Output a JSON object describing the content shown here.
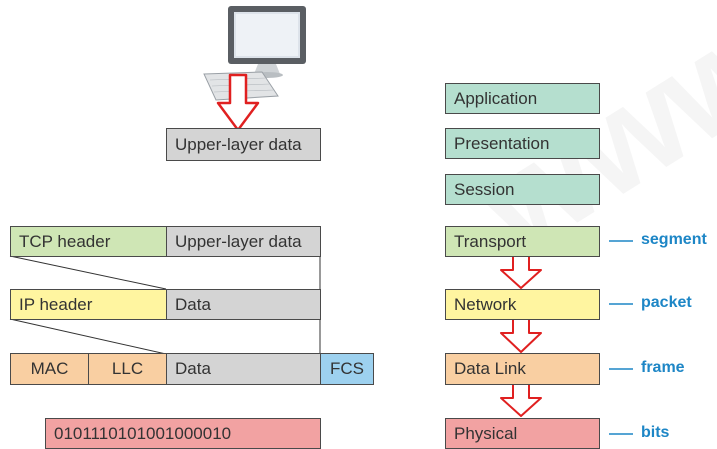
{
  "upper_data_label": "Upper-layer data",
  "segment": {
    "tcp_header": "TCP header",
    "data": "Upper-layer data"
  },
  "packet": {
    "ip_header": "IP header",
    "data": "Data"
  },
  "frame": {
    "mac": "MAC",
    "llc": "LLC",
    "data": "Data",
    "fcs": "FCS"
  },
  "bits": "010111010100100001​0",
  "osi_layers": [
    "Application",
    "Presentation",
    "Session",
    "Transport",
    "Network",
    "Data Link",
    "Physical"
  ],
  "pdu_names": [
    "segment",
    "packet",
    "frame",
    "bits"
  ],
  "colors": {
    "gray": "#d4d4d4",
    "green": "#cfe6b5",
    "yellow": "#fff5a0",
    "orange": "#f9cfa2",
    "blue": "#9dd1ef",
    "pink": "#f2a2a2",
    "teal": "#b5dfcf",
    "arrow": "#e02020",
    "pdu_text": "#1d86c6"
  }
}
